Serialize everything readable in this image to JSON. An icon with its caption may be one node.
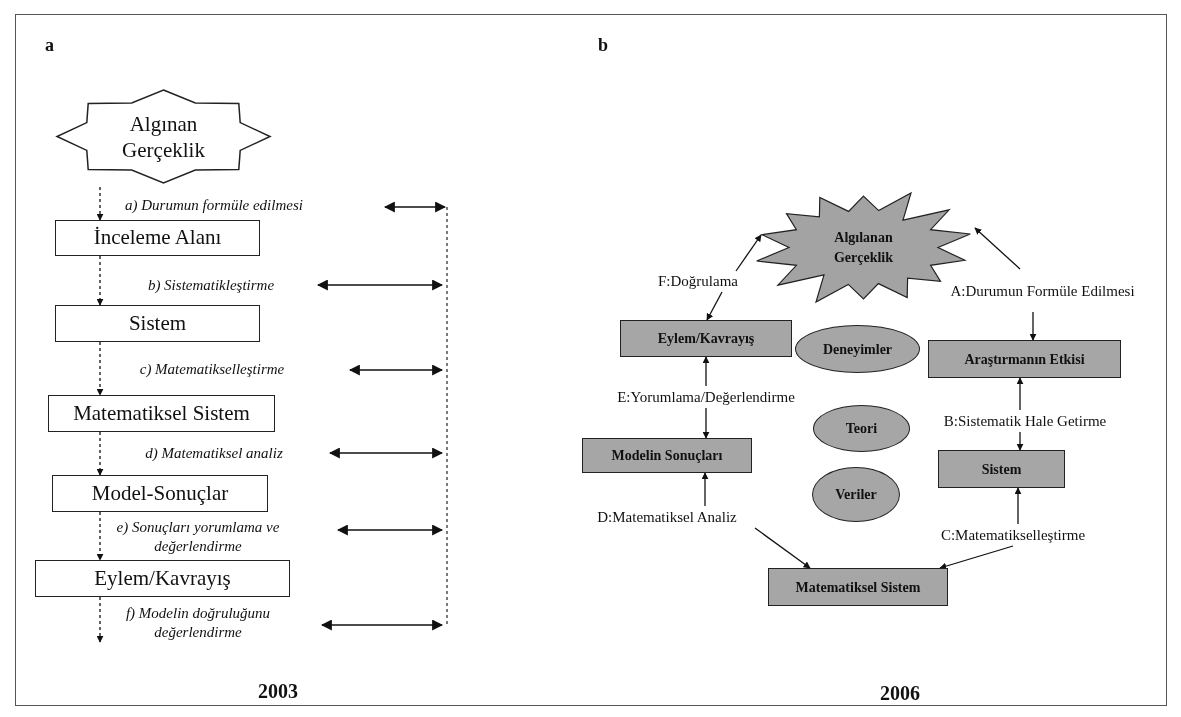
{
  "diagram": {
    "nodes": [
      {
        "text": [
          "Algınan Gerçeklik"
        ]
      },
      {
        "text": [
          "İnceleme Alanı"
        ]
      },
      {
        "text": [
          "Sistem"
        ]
      },
      {
        "text": [
          "Matematiksel Sistem"
        ]
      },
      {
        "text": [
          "Model-Sonuçlar"
        ]
      },
      {
        "text": [
          "Eylem/Kavrayış"
        ]
      },
      {
        "text": [
          "Algılanan Gerçeklik"
        ]
      },
      {
        "text": [
          "F:Doğrulama"
        ]
      },
      {
        "text": [
          "A:Durumun Formüle Edilmesi"
        ]
      },
      {
        "text": [
          "Eylem/Kavrayış"
        ]
      },
      {
        "text": [
          "Deneyimler"
        ]
      },
      {
        "text": [
          "Araştırmanın Etkisi"
        ]
      },
      {
        "text": [
          "E:Yorumlama/Değerlendirme"
        ]
      },
      {
        "text": [
          "Teori"
        ]
      },
      {
        "text": [
          "B:Sistematik Hale Getirme"
        ]
      },
      {
        "text": [
          "Modelin Sonuçları"
        ]
      },
      {
        "text": [
          "Sistem"
        ]
      },
      {
        "text": [
          "Veriler"
        ]
      },
      {
        "text": [
          "D:Matematiksel Analiz"
        ]
      },
      {
        "text": [
          "C:Matematikselleştirme"
        ]
      },
      {
        "text": [
          "Matematiksel Sistem"
        ]
      }
    ],
    "edges": [
      {
        "from": 0,
        "to": 1,
        "arrow": "to",
        "style": "dashed",
        "label": "a) Durumun formüle edilmesi"
      },
      {
        "from": 1,
        "to": 2,
        "arrow": "to",
        "style": "dashed",
        "label": "b) Sistematikleştirme"
      },
      {
        "from": 2,
        "to": 3,
        "arrow": "to",
        "style": "dashed",
        "label": "c) Matematikselleştirme"
      },
      {
        "from": 3,
        "to": 4,
        "arrow": "to",
        "style": "dashed",
        "label": "d) Matematiksel analiz"
      },
      {
        "from": 4,
        "to": 5,
        "arrow": "to",
        "style": "dashed",
        "label": "e) Sonuçları yorumlama ve değerlendirme"
      },
      {
        "from": 5,
        "to": null,
        "arrow": "to",
        "style": "dashed",
        "label": "f) Modelin doğruluğunu değerlendirme"
      },
      {
        "from": 7,
        "to": 6,
        "arrow": "to"
      },
      {
        "from": 7,
        "to": 9,
        "arrow": "to"
      },
      {
        "from": 8,
        "to": 6,
        "arrow": "to"
      },
      {
        "from": 8,
        "to": 11,
        "arrow": "to"
      },
      {
        "from": 14,
        "to": 11,
        "arrow": "to"
      },
      {
        "from": 14,
        "to": 16,
        "arrow": "to"
      },
      {
        "from": 19,
        "to": 16,
        "arrow": "to"
      },
      {
        "from": 19,
        "to": 20,
        "arrow": "to"
      },
      {
        "from": 18,
        "to": 15,
        "arrow": "to"
      },
      {
        "from": 18,
        "to": 20,
        "arrow": "to"
      },
      {
        "from": 12,
        "to": 9,
        "arrow": "to"
      },
      {
        "from": 12,
        "to": 15,
        "arrow": "to"
      }
    ],
    "labels": [
      "a",
      "b",
      "2003",
      "2006"
    ]
  }
}
